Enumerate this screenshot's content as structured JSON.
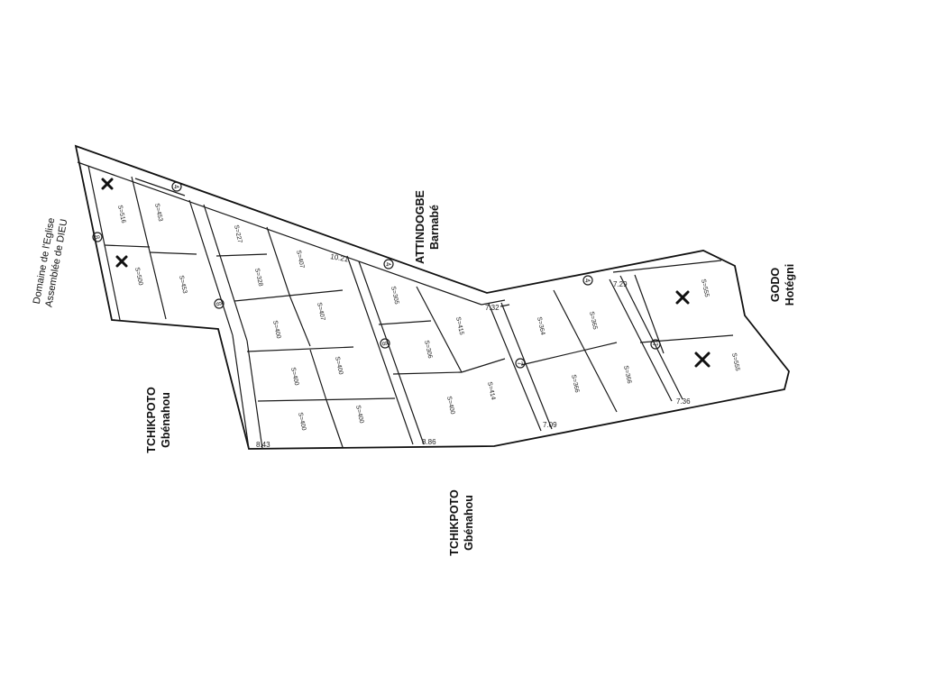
{
  "neighbors": [
    {
      "id": "attindogbe",
      "lines": [
        "ATTINDOGBE",
        "Barnabé"
      ]
    },
    {
      "id": "godo",
      "lines": [
        "GODO",
        "Hotégni"
      ]
    },
    {
      "id": "tchikpoto-left",
      "lines": [
        "TCHIKPOTO",
        "Gbénahou"
      ]
    },
    {
      "id": "tchikpoto-bottom",
      "lines": [
        "TCHIKPOTO",
        "Gbénahou"
      ]
    },
    {
      "id": "eglise",
      "lines": [
        "Domaine de l'Eglise",
        "Assemblée de DIEU"
      ]
    }
  ],
  "parcels": [
    {
      "id": "p1",
      "label": "S=516",
      "marked": true
    },
    {
      "id": "p2",
      "label": "S=500",
      "marked": true
    },
    {
      "id": "p3",
      "label": "S=453",
      "marked": false
    },
    {
      "id": "p4",
      "label": "S=453",
      "marked": false
    },
    {
      "id": "p5",
      "label": "S=227",
      "marked": false
    },
    {
      "id": "p6",
      "label": "S=328",
      "marked": false
    },
    {
      "id": "p7",
      "label": "S=400",
      "marked": false
    },
    {
      "id": "p8",
      "label": "S=400",
      "marked": false
    },
    {
      "id": "p9",
      "label": "S=400",
      "marked": false
    },
    {
      "id": "p10",
      "label": "S=407",
      "marked": false
    },
    {
      "id": "p11",
      "label": "S=407",
      "marked": false
    },
    {
      "id": "p12",
      "label": "S=400",
      "marked": false
    },
    {
      "id": "p13",
      "label": "S=400",
      "marked": false
    },
    {
      "id": "p14",
      "label": "S=305",
      "marked": false
    },
    {
      "id": "p15",
      "label": "S=306",
      "marked": false
    },
    {
      "id": "p16",
      "label": "S=400",
      "marked": false
    },
    {
      "id": "p17",
      "label": "S=415",
      "marked": false
    },
    {
      "id": "p18",
      "label": "S=414",
      "marked": false
    },
    {
      "id": "p19",
      "label": "S=364",
      "marked": false
    },
    {
      "id": "p20",
      "label": "S=366",
      "marked": false
    },
    {
      "id": "p21",
      "label": "S=365",
      "marked": false
    },
    {
      "id": "p22",
      "label": "S=366",
      "marked": false
    },
    {
      "id": "p23",
      "label": "S=555",
      "marked": true
    },
    {
      "id": "p24",
      "label": "S=555",
      "marked": true
    }
  ],
  "dimensions": [
    {
      "id": "d1",
      "text": "10.21"
    },
    {
      "id": "d2",
      "text": "7.32"
    },
    {
      "id": "d3",
      "text": "7.29"
    },
    {
      "id": "d4",
      "text": "8.43"
    },
    {
      "id": "d5",
      "text": "8.86"
    },
    {
      "id": "d6",
      "text": "7.09"
    },
    {
      "id": "d7",
      "text": "7.36"
    }
  ],
  "road_labels": [
    {
      "id": "r1",
      "text": "8"
    },
    {
      "id": "r2",
      "text": "8"
    },
    {
      "id": "r3",
      "text": "8"
    },
    {
      "id": "r4",
      "text": "4"
    },
    {
      "id": "r5",
      "text": "4"
    },
    {
      "id": "r6",
      "text": "7"
    },
    {
      "id": "r7",
      "text": "7"
    },
    {
      "id": "r8",
      "text": "4"
    }
  ]
}
